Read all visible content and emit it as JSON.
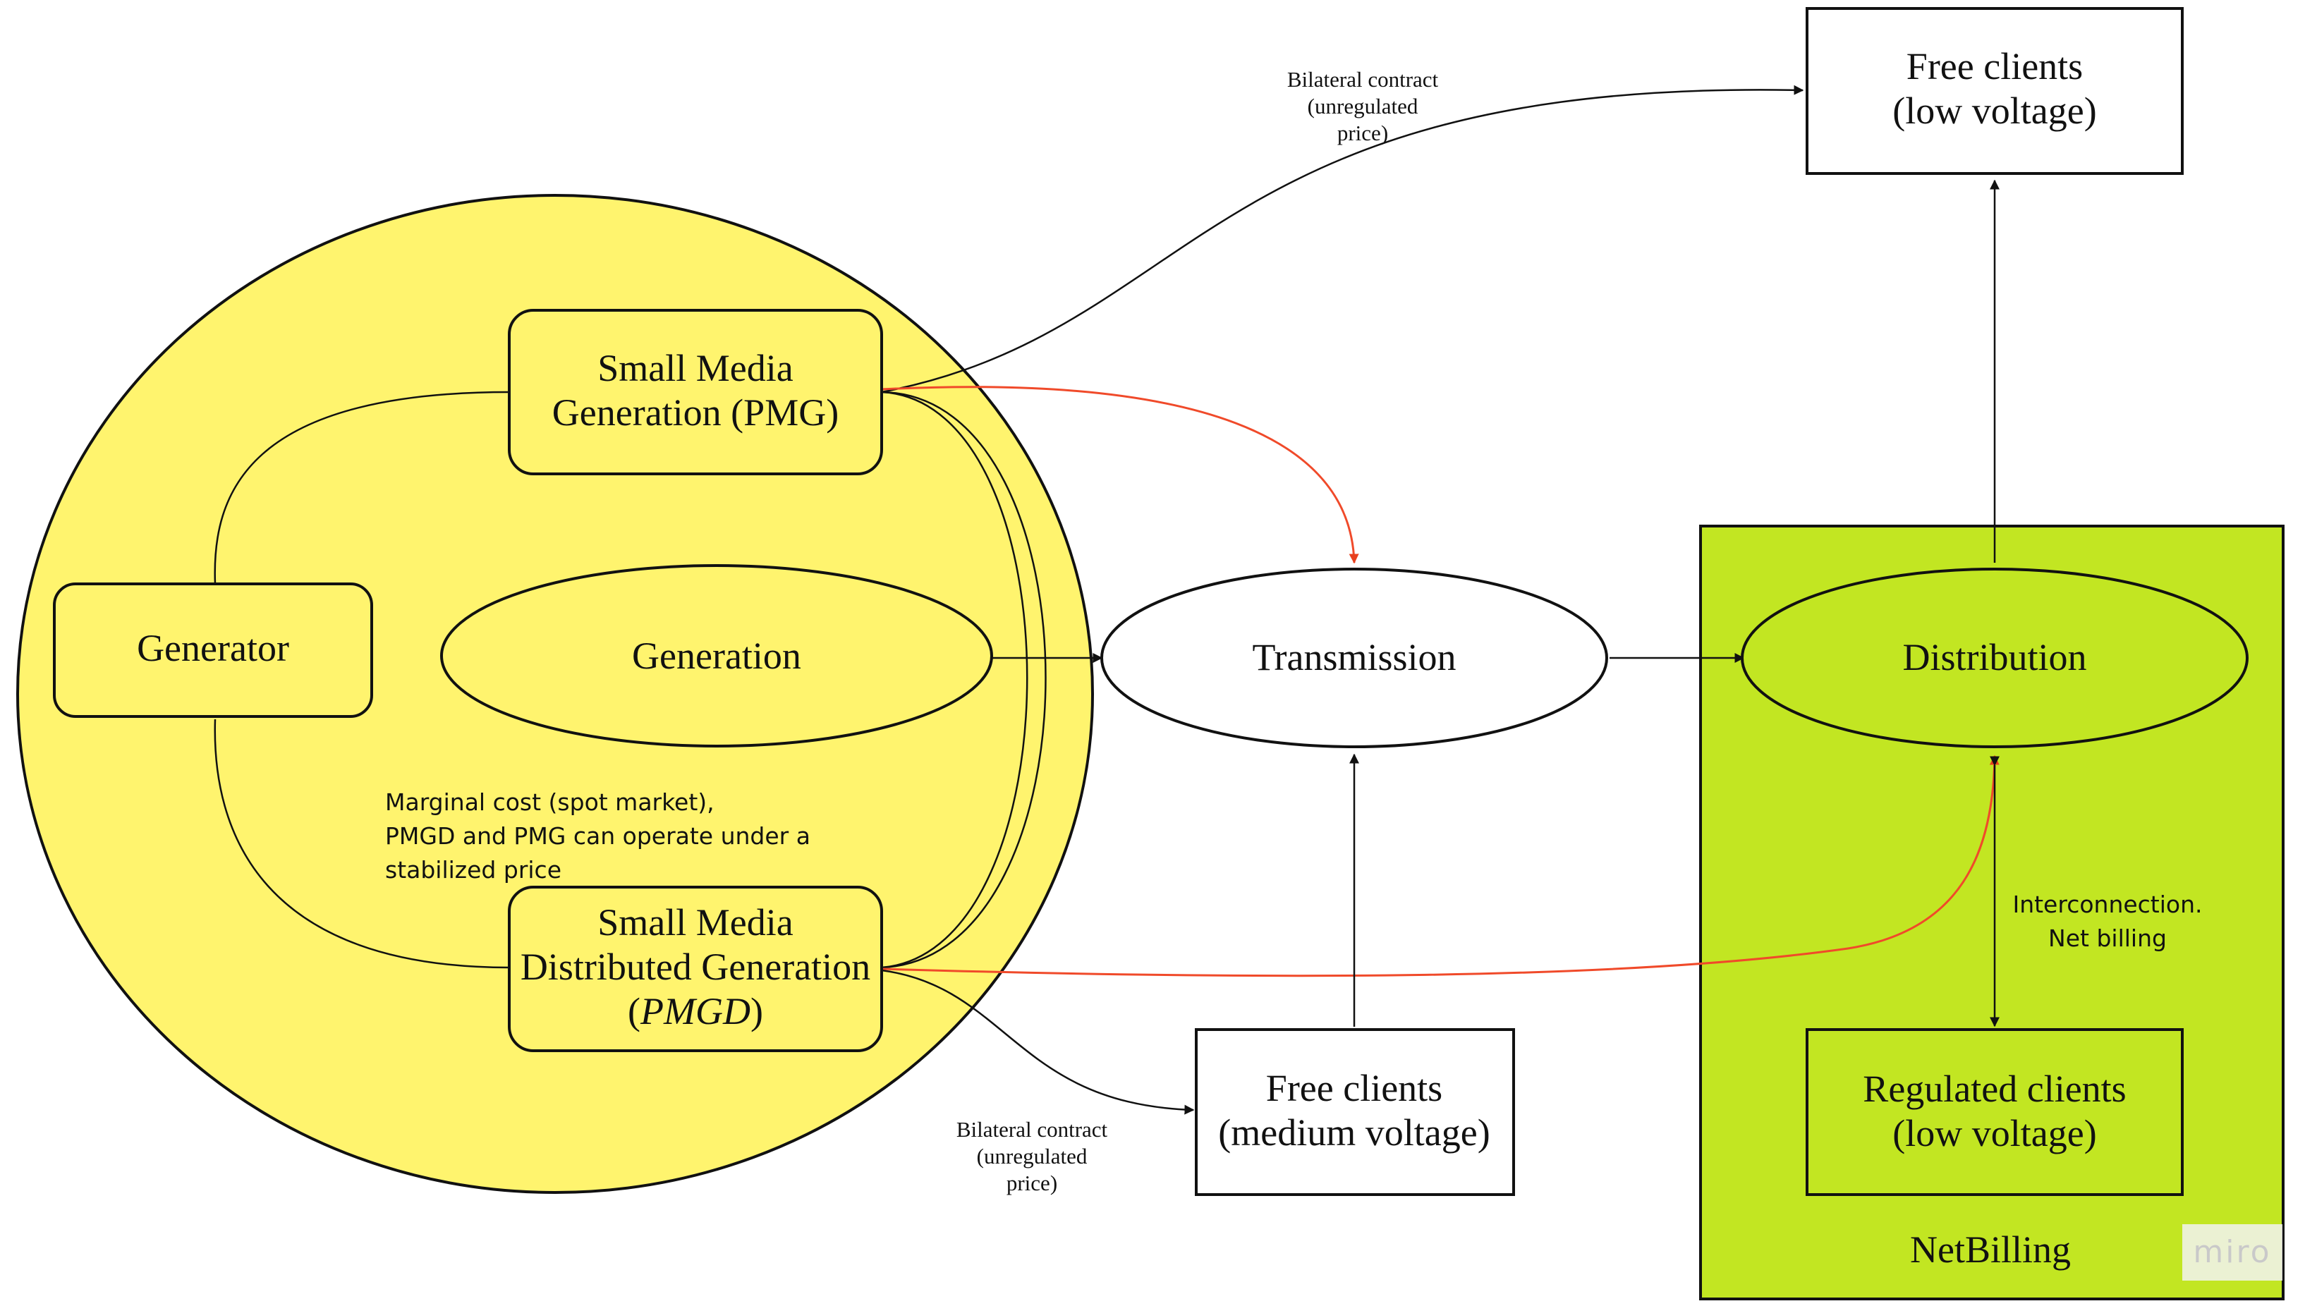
{
  "colors": {
    "yellow": "#fff46e",
    "green": "#c2e622",
    "stroke": "#111111",
    "red_arrow": "#f04a2a",
    "watermark_box": "#f2f2f2"
  },
  "nodes": {
    "pmg": {
      "line1": "Small Media",
      "line2": "Generation (PMG)"
    },
    "generator": {
      "label": "Generator"
    },
    "generation": {
      "label": "Generation"
    },
    "pmgd": {
      "line1": "Small Media",
      "line2": "Distributed Generation",
      "line3_open": "(",
      "line3_italic": "PMGD",
      "line3_close": ")"
    },
    "transmission": {
      "label": "Transmission"
    },
    "distribution": {
      "label": "Distribution"
    },
    "free_clients_low": {
      "line1": "Free clients",
      "line2": "(low voltage)"
    },
    "free_clients_medium": {
      "line1": "Free clients",
      "line2": "(medium voltage)"
    },
    "regulated_clients": {
      "line1": "Regulated clients",
      "line2": "(low voltage)"
    },
    "netbilling": {
      "label": "NetBilling"
    }
  },
  "notes": {
    "bilateral_top": {
      "line1": "Bilateral contract",
      "line2": "(unregulated",
      "line3": "price)"
    },
    "bilateral_bottom": {
      "line1": "Bilateral contract",
      "line2": "(unregulated",
      "line3": "price)"
    },
    "marginal": {
      "line1": "Marginal cost (spot market),",
      "line2": "PMGD and PMG can operate under a",
      "line3": "stabilized price"
    },
    "interconnection": {
      "line1": "Interconnection.",
      "line2": "Net billing"
    }
  },
  "watermark": {
    "label": "miro"
  }
}
